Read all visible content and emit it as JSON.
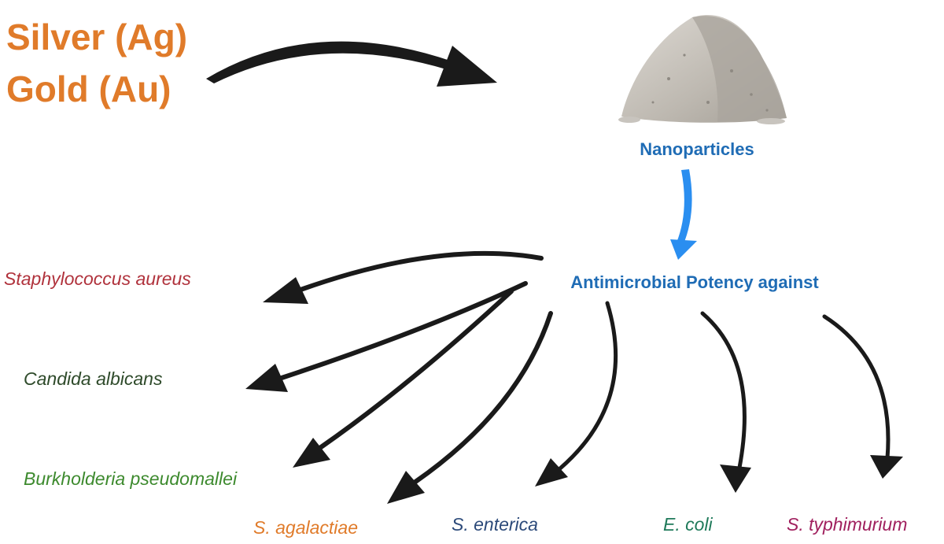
{
  "metals": [
    "Silver (Ag)",
    "Gold (Au)"
  ],
  "nanoparticles_label": "Nanoparticles",
  "potency_label": "Antimicrobial Potency against",
  "organisms": [
    "Staphylococcus aureus",
    "Candida albicans",
    "Burkholderia pseudomallei",
    "S. agalactiae",
    "S. enterica",
    "E. coli",
    "S. typhimurium"
  ],
  "colors": {
    "metal": "#e07b2a",
    "blue_label": "#1f6cb5",
    "blue_arrow": "#2a8ef0",
    "arrow": "#1a1a1a",
    "organisms": [
      "#b0323c",
      "#2e4a2a",
      "#3d8a2e",
      "#e07b2a",
      "#2c4a7a",
      "#1f7a5a",
      "#a0205e"
    ]
  },
  "icons": [
    "nanoparticle-pile-icon"
  ]
}
